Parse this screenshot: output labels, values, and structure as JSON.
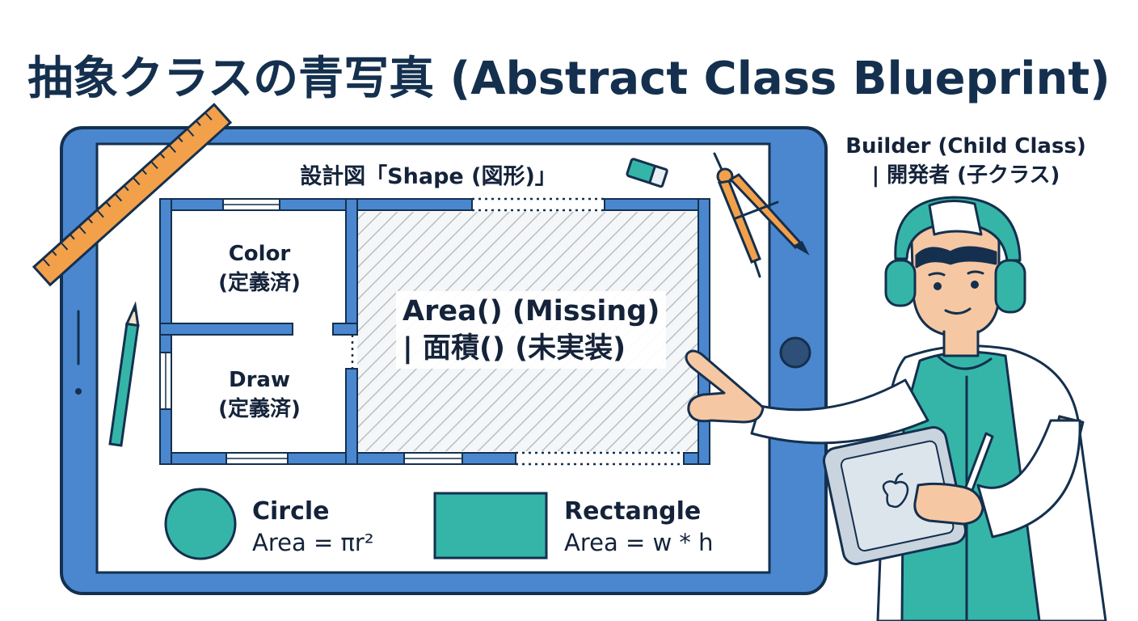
{
  "title": "抽象クラスの青写真 (Abstract Class Blueprint)",
  "blueprint": {
    "title": "設計図「Shape (図形)」",
    "rooms": {
      "color": {
        "line1": "Color",
        "line2": "(定義済)"
      },
      "draw": {
        "line1": "Draw",
        "line2": "(定義済)"
      },
      "area": {
        "line1": "Area() (Missing)",
        "line2": "| 面積() (未実装)"
      }
    }
  },
  "builder": {
    "line1": "Builder (Child Class)",
    "line2": "| 開発者 (子クラス)"
  },
  "shapes": {
    "circle": {
      "name": "Circle",
      "formula": "Area = πr²"
    },
    "rectangle": {
      "name": "Rectangle",
      "formula": "Area = w * h"
    }
  },
  "colors": {
    "frame": "#4a87cf",
    "navy": "#14304e",
    "teal": "#35b5a8",
    "orange": "#f3a04a",
    "skin": "#f6c7a3"
  }
}
